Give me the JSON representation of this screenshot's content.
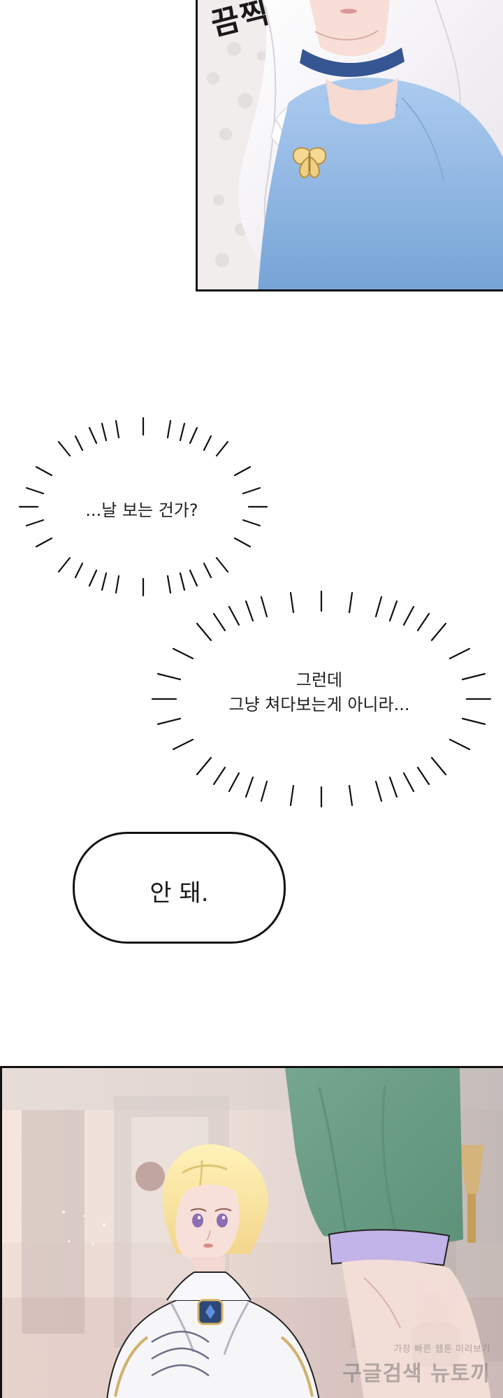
{
  "panels": {
    "top": {
      "sfx_text": "끔찍"
    },
    "bottom": {
      "watermark_top": "가장 빠른 웹툰 미리보기",
      "watermark_main": "구글검색 뉴토끼"
    }
  },
  "dialogue": {
    "burst_1": "...날 보는 건가?",
    "burst_2_line_1": "그런데",
    "burst_2_line_2": "그냥 쳐다보는게 아니라...",
    "round_bubble": "안 돼."
  },
  "colors": {
    "background": "#ffffff",
    "ink": "#111111",
    "dress_blue": "#8eb7e5",
    "hair_silver": "#f0eef4",
    "uniform_white": "#f6f5f8",
    "green_fabric": "#6b9e86"
  }
}
